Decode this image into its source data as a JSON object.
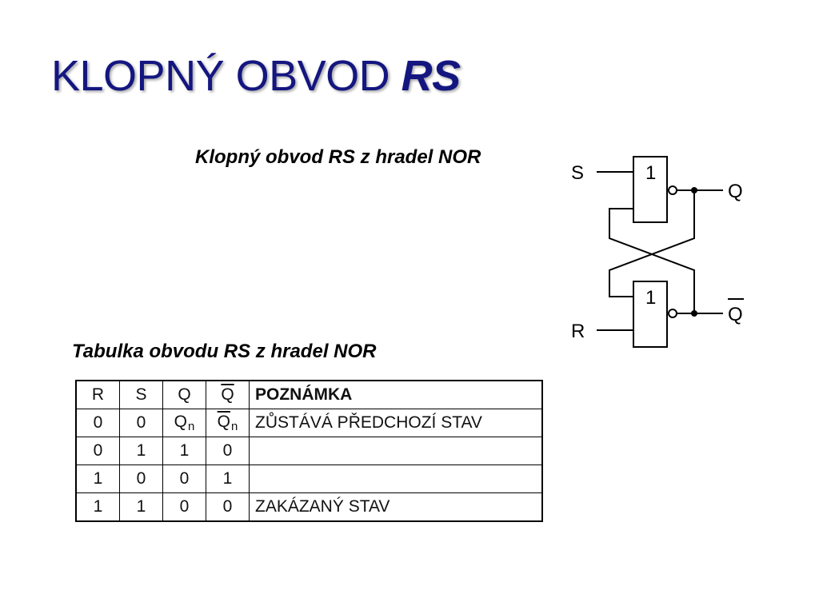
{
  "title": {
    "main": "KLOPNÝ OBVOD",
    "emphasis": "RS"
  },
  "diagram": {
    "caption": "Klopný obvod RS z hradel NOR",
    "input_s": "S",
    "input_r": "R",
    "output_q": "Q",
    "output_q_bar": "Q",
    "gate_top_label": "1",
    "gate_bottom_label": "1"
  },
  "table": {
    "caption": "Tabulka obvodu RS z hradel NOR",
    "headers": {
      "r": "R",
      "s": "S",
      "q": "Q",
      "q_bar": "Q",
      "note": "POZNÁMKA"
    },
    "rows": [
      {
        "r": "0",
        "s": "0",
        "q": "Q",
        "q_sub": "n",
        "q_bar": "Q",
        "q_bar_sub": "n",
        "note": "ZŮSTÁVÁ PŘEDCHOZÍ STAV"
      },
      {
        "r": "0",
        "s": "1",
        "q": "1",
        "q_sub": "",
        "q_bar": "0",
        "q_bar_sub": "",
        "note": ""
      },
      {
        "r": "1",
        "s": "0",
        "q": "0",
        "q_sub": "",
        "q_bar": "1",
        "q_bar_sub": "",
        "note": ""
      },
      {
        "r": "1",
        "s": "1",
        "q": "0",
        "q_sub": "",
        "q_bar": "0",
        "q_bar_sub": "",
        "note": "ZAKÁZANÝ STAV"
      }
    ]
  }
}
